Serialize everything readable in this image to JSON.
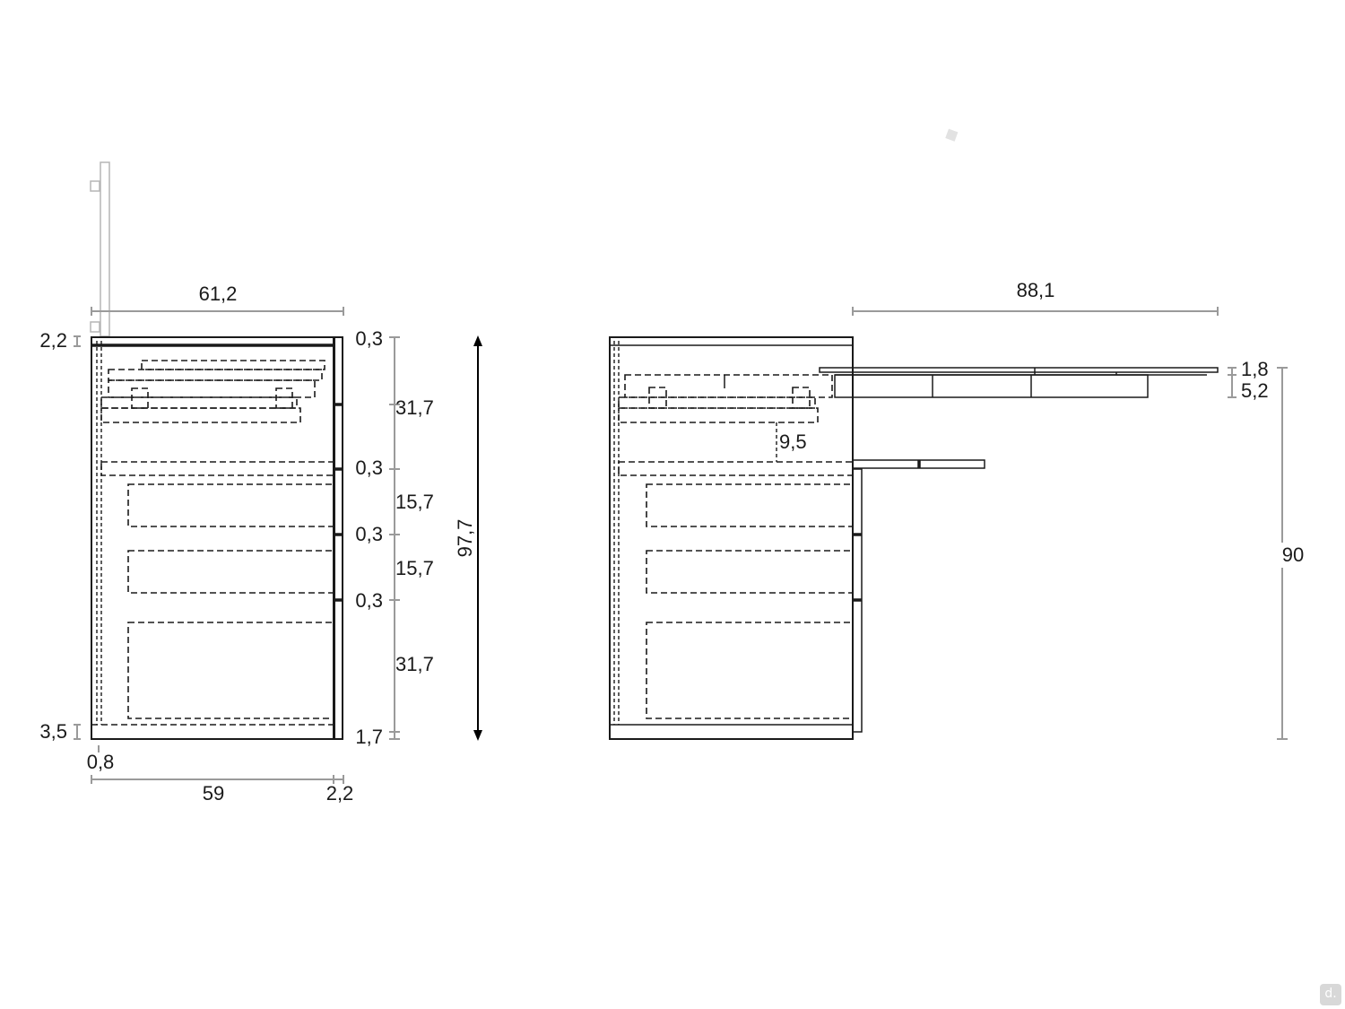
{
  "left_view": {
    "width_total": "61,2",
    "top_thickness": "2,2",
    "base_height": "3,5",
    "side_offset": "0,8",
    "inner_width": "59",
    "front_thickness": "2,2",
    "gap_1": "0,3",
    "drawer_1": "31,7",
    "gap_2": "0,3",
    "drawer_2": "15,7",
    "gap_3": "0,3",
    "drawer_3": "15,7",
    "gap_4": "0,3",
    "drawer_4": "31,7",
    "bottom_gap": "1,7",
    "total_height": "97,7"
  },
  "right_view": {
    "extended_depth": "88,1",
    "shelf_thickness": "1,8",
    "shelf_depth_detail": "5,2",
    "inner_drop": "9,5",
    "work_height": "90"
  },
  "logo": "d."
}
